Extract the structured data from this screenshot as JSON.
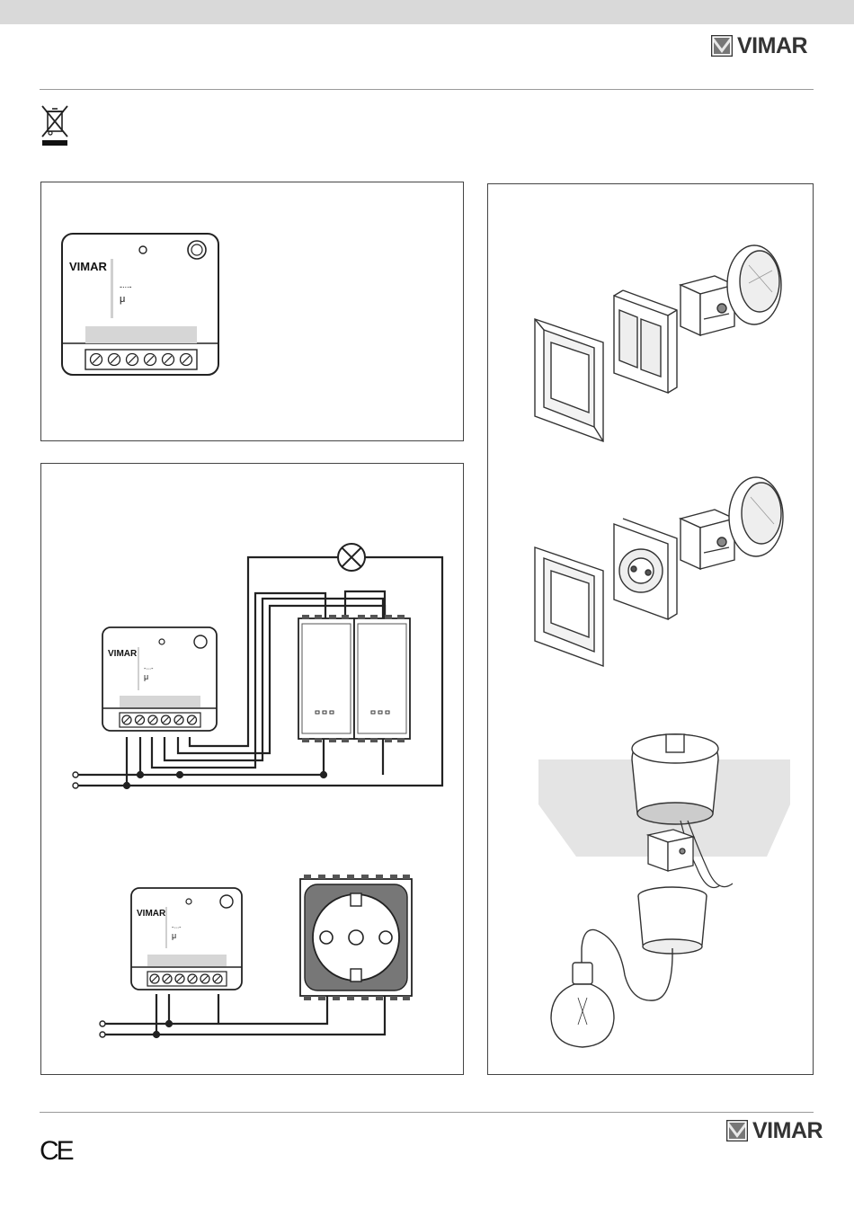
{
  "header": {
    "brand": "VIMAR",
    "logo_icon": "vimar-v-mark-icon",
    "disposal_icon": "crossed-out-wheelie-bin-icon"
  },
  "module": {
    "brand": "VIMAR",
    "load_symbol": "-∙∙∙-",
    "micro_symbol": "μ",
    "terminal_count": 6
  },
  "footer": {
    "brand": "VIMAR",
    "ce_mark": "CE"
  },
  "colors": {
    "text": "#222222",
    "topbar": "#d9d9d9",
    "rule": "#9a9a9a",
    "ceiling_shade": "#e4e4e4"
  }
}
